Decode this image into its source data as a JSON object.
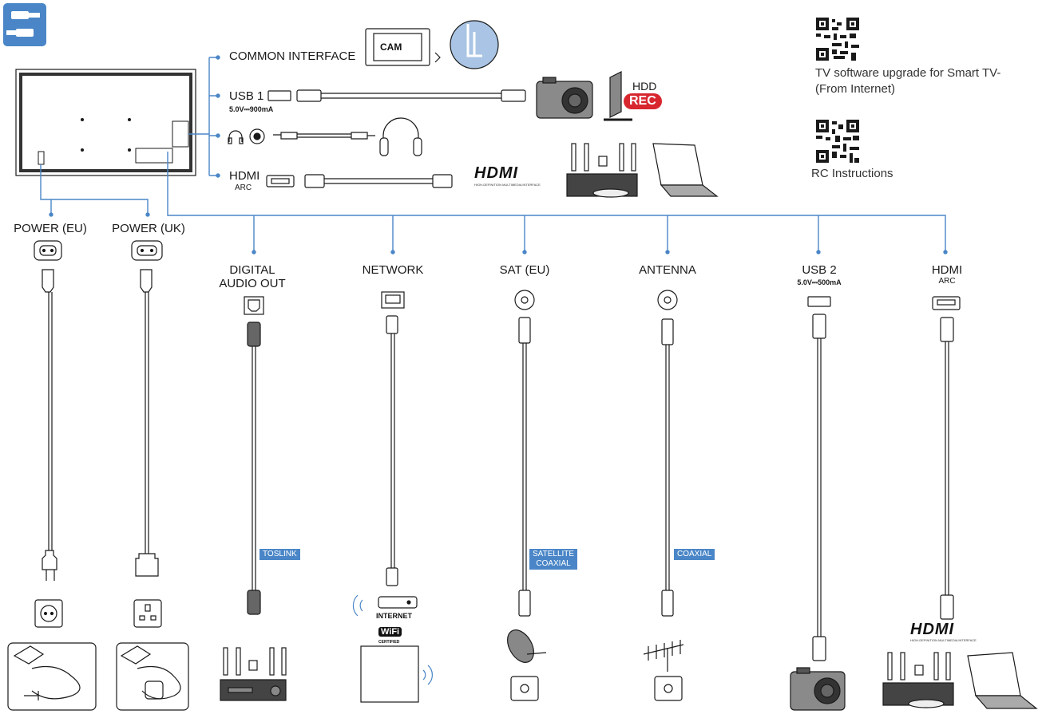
{
  "top_panel": {
    "common_interface": "COMMON INTERFACE",
    "cam": "CAM",
    "usb1": "USB 1",
    "usb1_rating": "5.0V⎓900mA",
    "hdmi": "HDMI",
    "hdmi_arc": "ARC",
    "hdd": "HDD",
    "rec": "REC",
    "hdmi_logo": "HDMI",
    "hdmi_logo_sub": "HIGH-DEFINITION MULTIMEDIA INTERFACE"
  },
  "qr_codes": [
    {
      "line1": "TV software upgrade for Smart TV-",
      "line2": "(From Internet)"
    },
    {
      "line1": "RC Instructions"
    }
  ],
  "connectors": {
    "power_eu": "POWER (EU)",
    "power_uk": "POWER (UK)",
    "digital_audio_1": "DIGITAL",
    "digital_audio_2": "AUDIO OUT",
    "network": "NETWORK",
    "sat": "SAT (EU)",
    "antenna": "ANTENNA",
    "usb2": "USB 2",
    "usb2_rating": "5.0V⎓500mA",
    "hdmi": "HDMI",
    "hdmi_arc": "ARC"
  },
  "cable_tags": {
    "toslink": "TOSLINK",
    "satellite_1": "SATELLITE",
    "satellite_2": "COAXIAL",
    "coaxial": "COAXIAL"
  },
  "network": {
    "internet": "INTERNET",
    "wifi": "WiFi",
    "wifi_sub": "CERTIFIED"
  },
  "colors": {
    "accent": "#4a86c7",
    "line": "#1a1a1a",
    "rec": "#d8262f",
    "icon_bg": "#4a86c7"
  },
  "icons": [
    "cable-connection-icon",
    "cam-card-icon",
    "camera-icon",
    "hdd-icon",
    "headphones-icon",
    "home-theater-icon",
    "laptop-icon",
    "qr-code-icon",
    "power-socket-icon",
    "router-icon",
    "satellite-dish-icon",
    "antenna-icon"
  ]
}
